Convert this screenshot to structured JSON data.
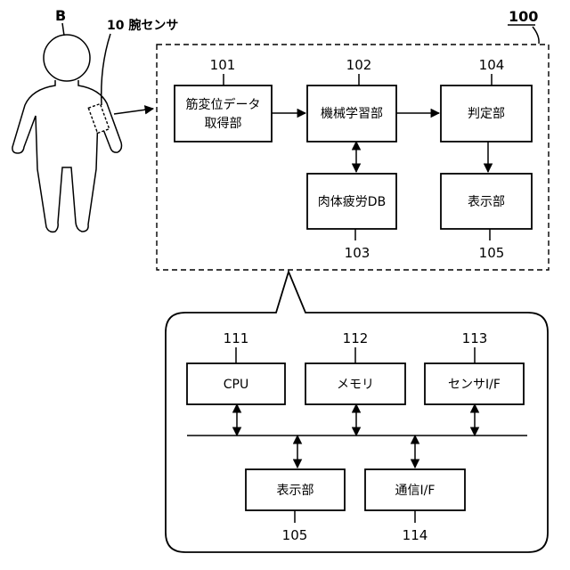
{
  "person_label": "B",
  "sensor_label": "10 腕センサ",
  "system_ref": "100",
  "blocks": [
    {
      "id": "b101",
      "lines": [
        "筋変位データ",
        "取得部"
      ],
      "ref": "101"
    },
    {
      "id": "b102",
      "lines": [
        "機械学習部"
      ],
      "ref": "102"
    },
    {
      "id": "b104",
      "lines": [
        "判定部"
      ],
      "ref": "104"
    },
    {
      "id": "b103",
      "lines": [
        "肉体疲労DB"
      ],
      "ref": "103"
    },
    {
      "id": "b105",
      "lines": [
        "表示部"
      ],
      "ref": "105"
    }
  ],
  "hardware": [
    {
      "id": "h111",
      "label": "CPU",
      "ref": "111"
    },
    {
      "id": "h112",
      "label": "メモリ",
      "ref": "112"
    },
    {
      "id": "h113",
      "label": "センサI/F",
      "ref": "113"
    },
    {
      "id": "h105",
      "label": "表示部",
      "ref": "105"
    },
    {
      "id": "h114",
      "label": "通信I/F",
      "ref": "114"
    }
  ]
}
